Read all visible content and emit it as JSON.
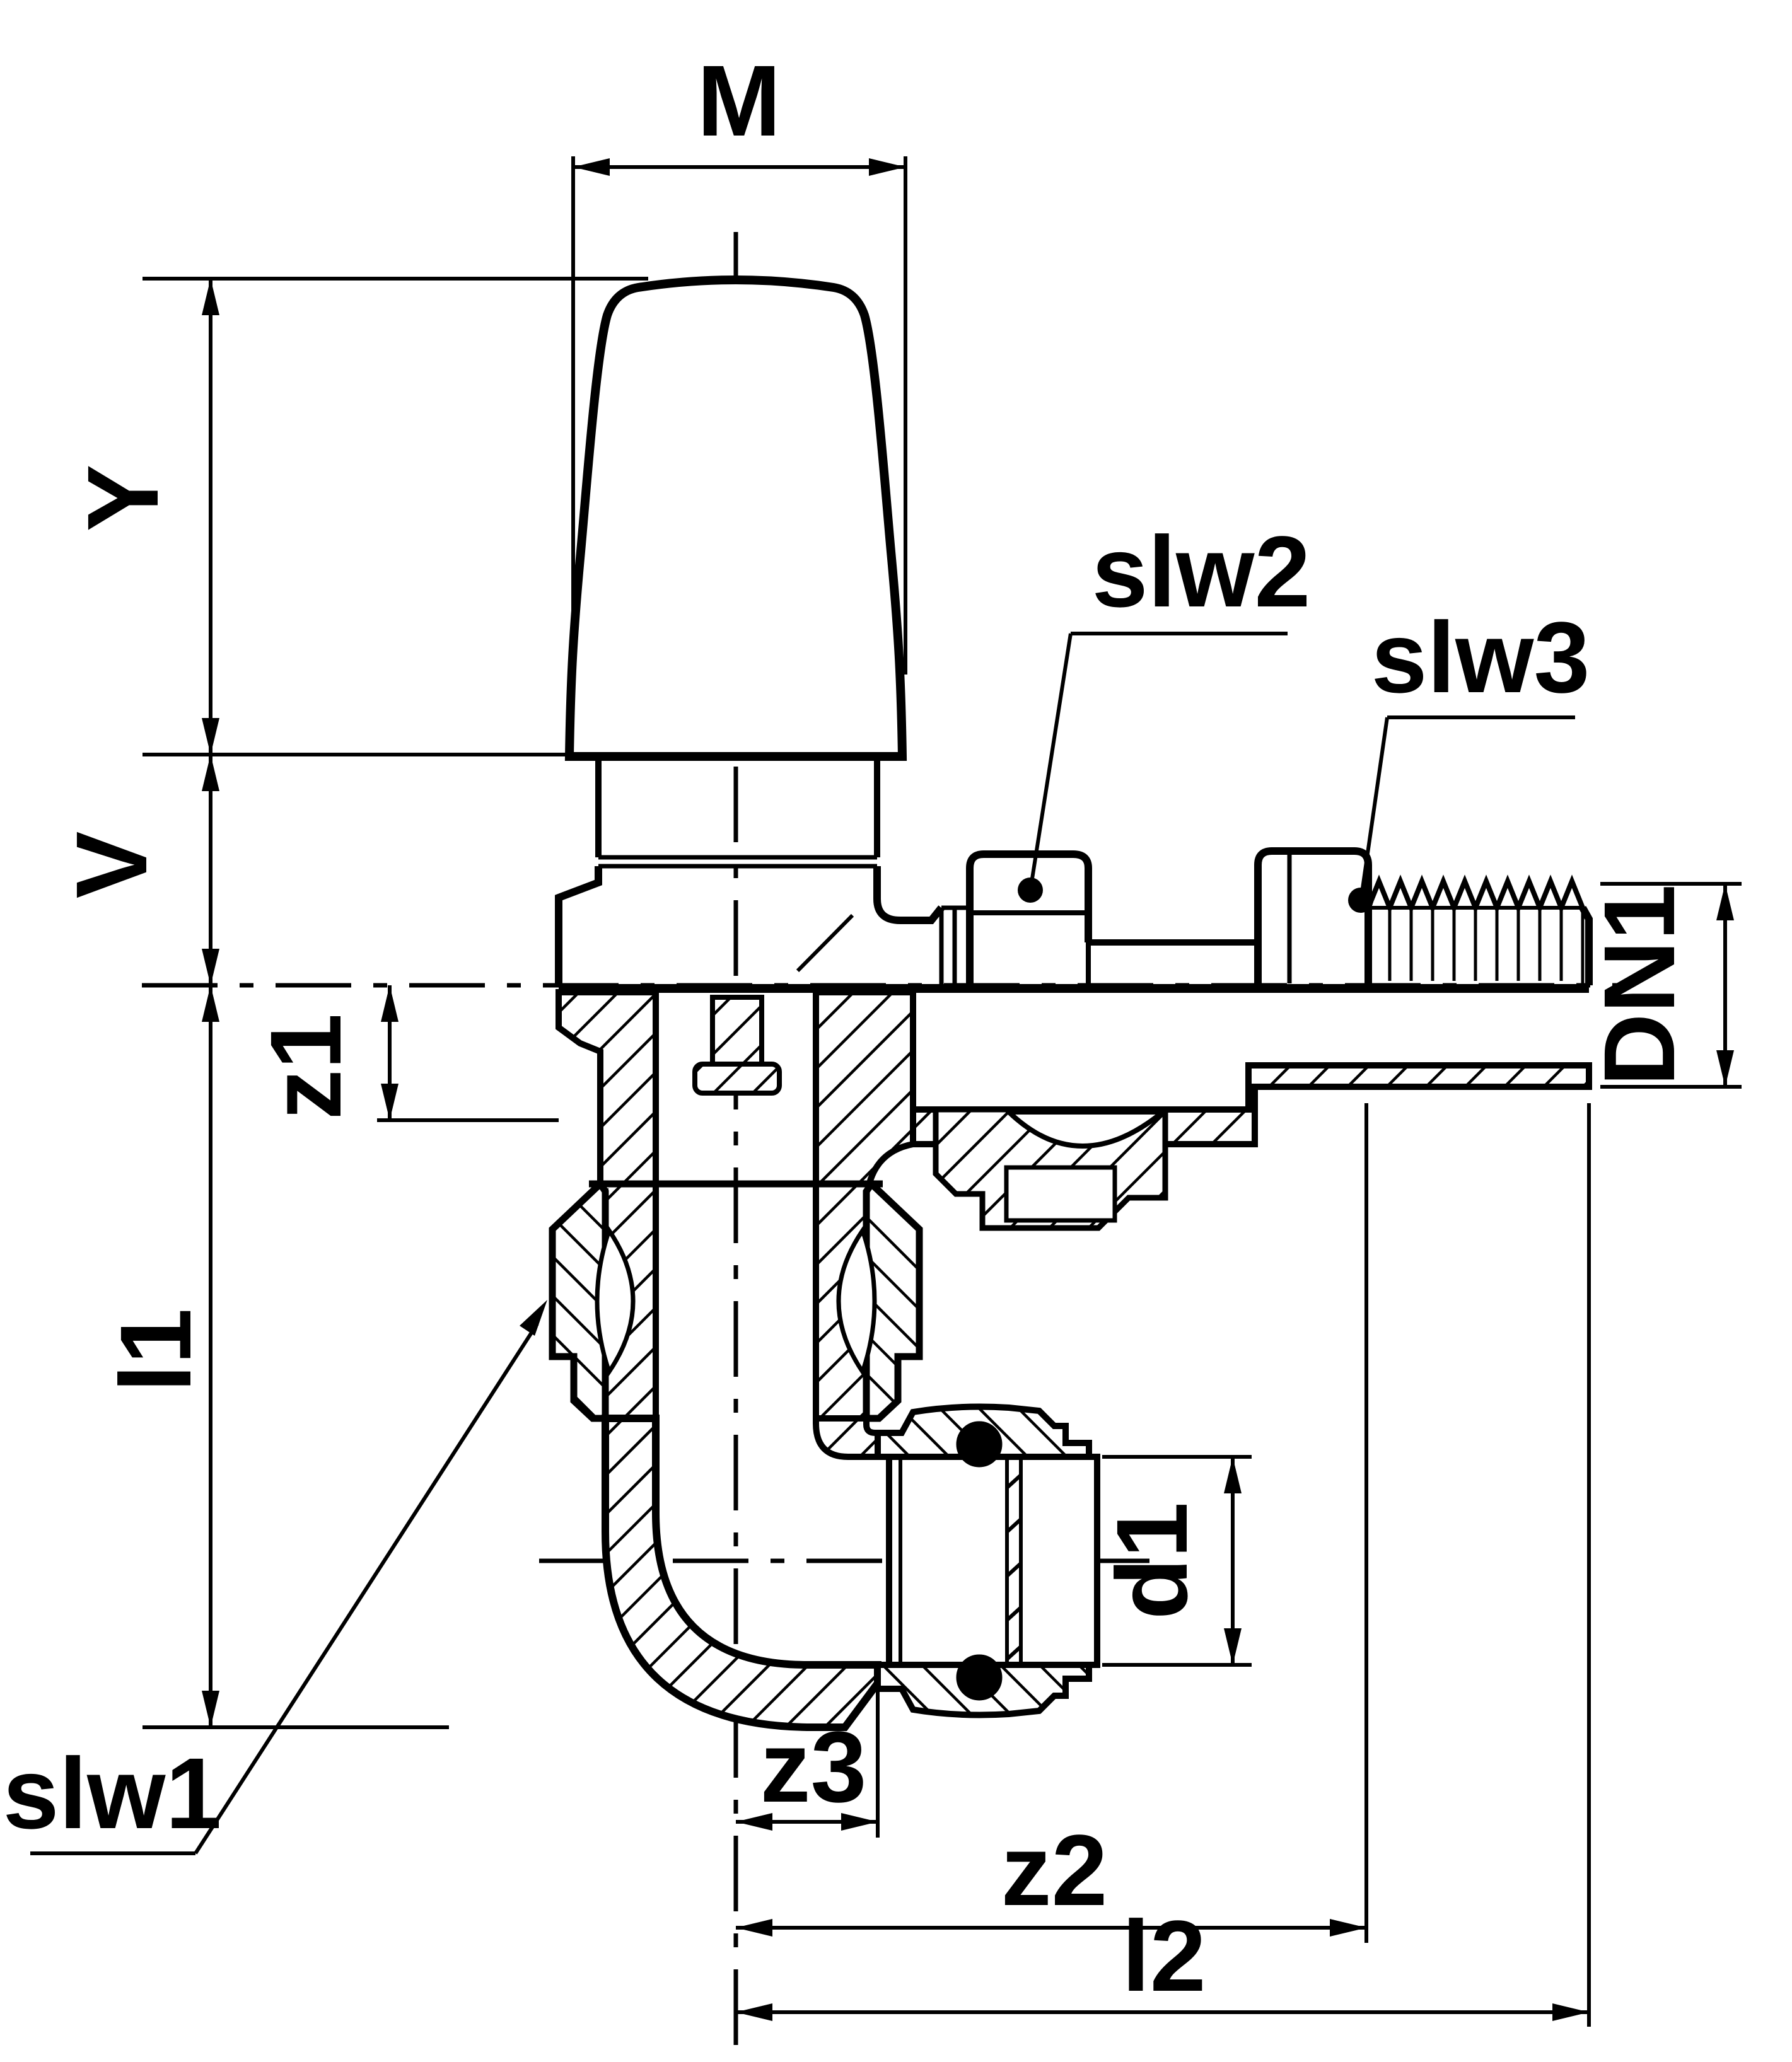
{
  "drawing": {
    "title": "angle-valve-cross-section",
    "labels": {
      "m": "M",
      "y": "Y",
      "v": "V",
      "z1": "z1",
      "l1": "l1",
      "slw1": "slw1",
      "slw2": "slw2",
      "slw3": "slw3",
      "dn1": "DN1",
      "d1": "d1",
      "z3": "z3",
      "z2": "z2",
      "l2": "l2"
    },
    "colors": {
      "line": "#000000",
      "background": "#ffffff"
    }
  }
}
